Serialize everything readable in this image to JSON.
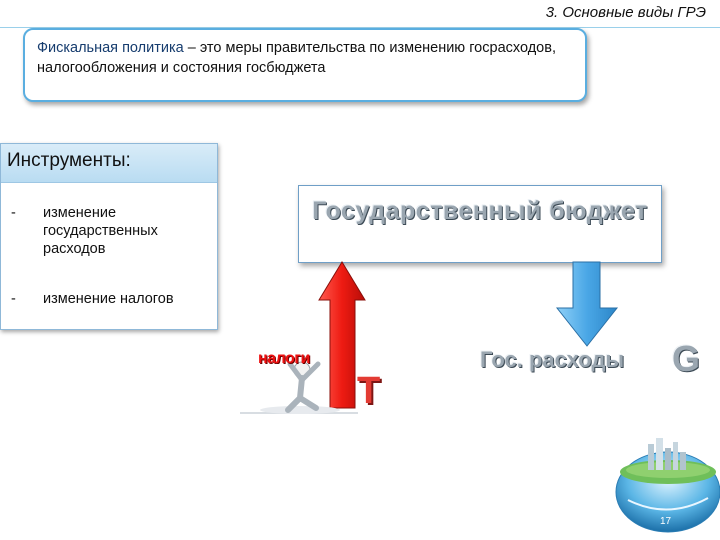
{
  "slide": {
    "title": "3. Основные виды ГРЭ",
    "page_number": "17"
  },
  "definition": {
    "term": "Фискальная политика",
    "text": " – это меры правительства по изменению госрасходов, налогообложения и состояния госбюджета"
  },
  "instruments": {
    "title": "Инструменты:",
    "items": [
      {
        "dash": "-",
        "text": "изменение государственных расходов"
      },
      {
        "dash": "-",
        "text": "изменение налогов"
      }
    ]
  },
  "budget": {
    "label": "Государственный бюджет"
  },
  "flows": {
    "taxes_symbol": "T",
    "taxes_caption": "налоги",
    "expenditure_label": "Гос. расходы",
    "expenditure_symbol": "G"
  },
  "colors": {
    "accent_blue": "#5aaee0",
    "arrow_red": "#e8241b",
    "arrow_blue": "#4aa7e6",
    "embossed_gray": "#9aa6b0"
  },
  "icons": {
    "taxpayer_figure": "person-carrying-taxes-icon",
    "globe_city": "globe-city-icon"
  }
}
